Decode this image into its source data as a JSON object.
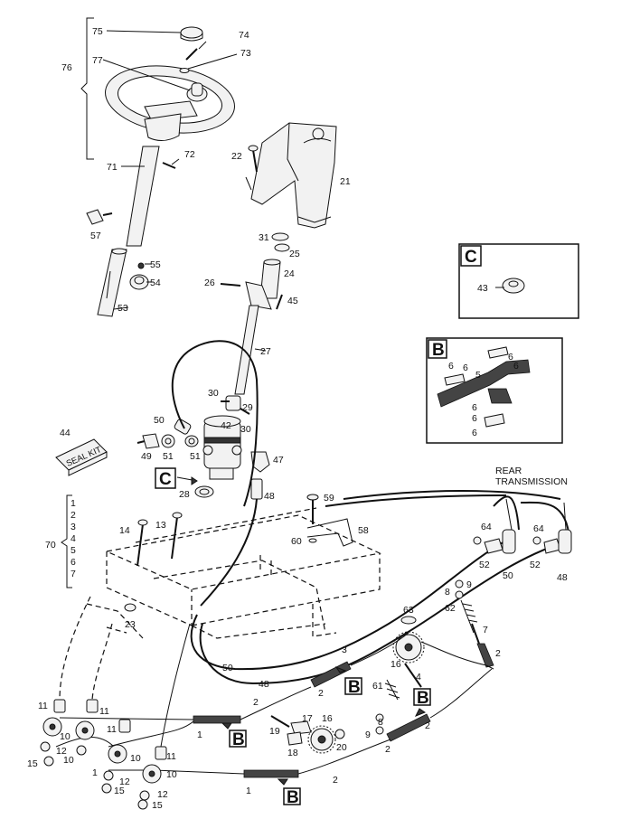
{
  "labels": {
    "p75": "75",
    "p74": "74",
    "p73": "73",
    "p76": "76",
    "p77": "77",
    "p72": "72",
    "p71": "71",
    "p22": "22",
    "p21": "21",
    "p57": "57",
    "p31": "31",
    "p25": "25",
    "p55": "55",
    "p54": "54",
    "p26": "26",
    "p24": "24",
    "p45": "45",
    "p53": "53",
    "p27": "27",
    "p43": "43",
    "p30a": "30",
    "p29": "29",
    "p30b": "30",
    "p50": "50",
    "p42": "42",
    "p44": "44",
    "p49": "49",
    "p51a": "51",
    "p51b": "51",
    "p47": "47",
    "p28": "28",
    "p48": "48",
    "p59": "59",
    "p58": "58",
    "p60": "60",
    "p14": "14",
    "p13": "13",
    "p70": "70",
    "p70_1": "1",
    "p70_2": "2",
    "p70_3": "3",
    "p70_4": "4",
    "p70_5": "5",
    "p70_6": "6",
    "p70_7": "7",
    "p64a": "64",
    "p64b": "64",
    "p52a": "52",
    "p52b": "52",
    "p50r": "50",
    "p48r": "48",
    "p23": "23",
    "p63": "63",
    "p9a": "9",
    "p8a": "8",
    "p62": "62",
    "p7": "7",
    "p2r": "2",
    "p3": "3",
    "p2c": "2",
    "p16a": "16",
    "p4": "4",
    "p61": "61",
    "p50b": "50",
    "p48b": "48",
    "p11a": "11",
    "p11b": "11",
    "p11c": "11",
    "p11d": "11",
    "p10a": "10",
    "p10b": "10",
    "p10c": "10",
    "p10d": "10",
    "p12a": "12",
    "p12b": "12",
    "p12c": "12",
    "p15a": "15",
    "p15b": "15",
    "p15c": "15",
    "p1a": "1",
    "p1b": "1",
    "p1c": "1",
    "p2a": "2",
    "p19": "19",
    "p17": "17",
    "p16b": "16",
    "p18": "18",
    "p20": "20",
    "p8b": "8",
    "p9b": "9",
    "p2d": "2",
    "p2e": "2",
    "p2f": "2",
    "p6a": "6",
    "p6b": "6",
    "p6c": "6",
    "p6d": "6",
    "p6e": "6",
    "p6f": "6",
    "p6g": "6",
    "p5": "5"
  },
  "callouts": {
    "box_c_top": "C",
    "box_b_top": "B",
    "c_main": "C",
    "b1": "B",
    "b2": "B",
    "b3": "B",
    "b4": "B"
  },
  "text": {
    "seal_kit": "SEAL KIT",
    "rear_line1": "REAR",
    "rear_line2": "TRANSMISSION"
  }
}
